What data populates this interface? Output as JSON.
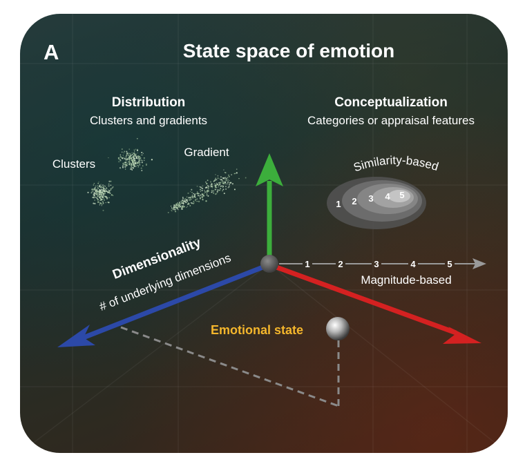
{
  "panel_label": "A",
  "title": "State space of emotion",
  "distribution": {
    "heading": "Distribution",
    "subheading": "Clusters and gradients",
    "clusters_label": "Clusters",
    "gradient_label": "Gradient"
  },
  "conceptualization": {
    "heading": "Conceptualization",
    "subheading": "Categories or appraisal features",
    "similarity_label": "Similarity-based",
    "similarity_levels": [
      "1",
      "2",
      "3",
      "4",
      "5"
    ]
  },
  "magnitude": {
    "ticks": [
      "1",
      "2",
      "3",
      "4",
      "5"
    ],
    "label": "Magnitude-based"
  },
  "dimensionality": {
    "heading": "Dimensionality",
    "subheading": "# of underlying dimensions"
  },
  "emotional_state_label": "Emotional state",
  "colors": {
    "axis_up": "#3cae3c",
    "axis_left": "#2c49a8",
    "axis_right": "#d42121",
    "emotional_state": "#f4b62c",
    "magnitude_axis": "#9a9a9a",
    "origin": "#555555"
  }
}
